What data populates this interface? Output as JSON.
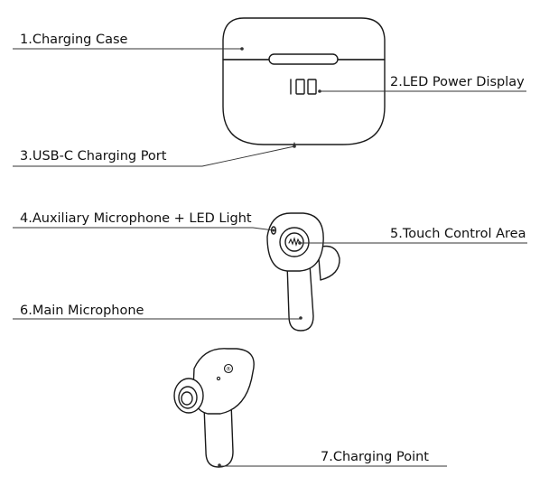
{
  "labels": {
    "charging_case": "1.Charging Case",
    "led_power_display": "2.LED Power Display",
    "usb_c_port": "3.USB-C Charging Port",
    "aux_microphone": "4.Auxiliary Microphone + LED Light",
    "touch_control": "5.Touch Control Area",
    "main_microphone": "6.Main Microphone",
    "charging_point": "7.Charging Point"
  },
  "case_display": "100",
  "earbud_mark": "®",
  "colors": {
    "ink": "#1a1a1a",
    "leader_line": "#333333",
    "background": "#ffffff"
  }
}
